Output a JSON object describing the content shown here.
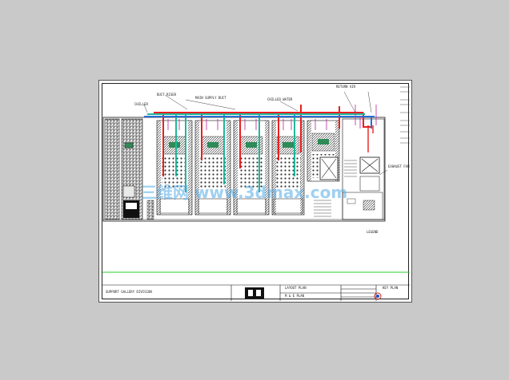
{
  "drawing": {
    "title_left": "SUPPORT GALLERY DIVISION",
    "title_center": "LAYOUT PLAN",
    "title_center_sub": "M & E PLAN",
    "key_plan_label": "KEY PLAN",
    "plan_label": "LEGEND",
    "watermark": "三维网 www.3dmax.com",
    "annotations": [
      "CHILLER",
      "DUCT RISER",
      "MAIN SUPPLY DUCT",
      "CHILLED WATER",
      "RETURN AIR",
      "EXHAUST FAN"
    ]
  },
  "colors": {
    "background": "#c9c9c9",
    "sheet": "#ffffff",
    "supply_red": "#e8201f",
    "chilled_green": "#1fb89a",
    "return_blue": "#2a6fd4",
    "divider_green": "#2bd02b",
    "magenta": "#c23aa6"
  }
}
